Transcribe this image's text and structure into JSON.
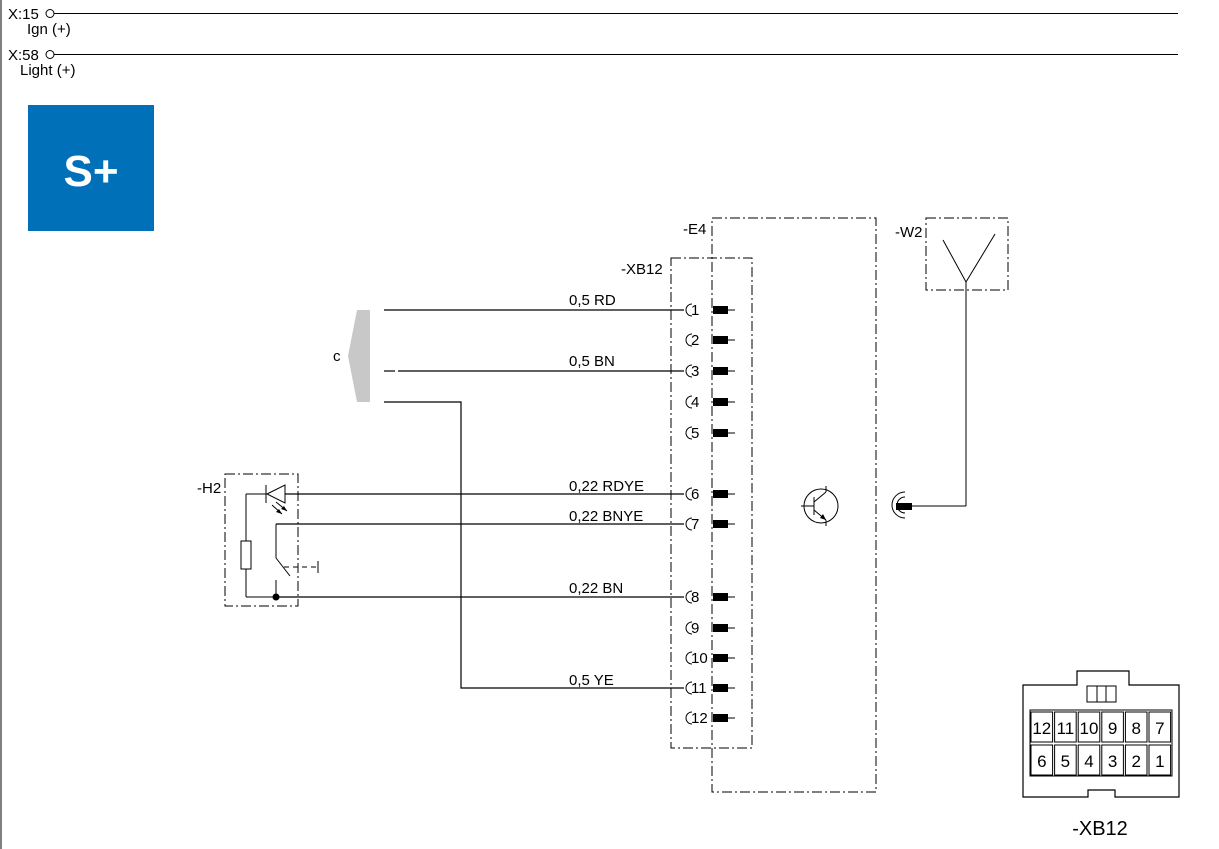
{
  "rails": [
    {
      "id": "X:15",
      "label": "Ign (+)"
    },
    {
      "id": "X:58",
      "label": "Light (+)"
    }
  ],
  "badge": {
    "text": "S+",
    "color": "#0070b8"
  },
  "components": {
    "e4": "-E4",
    "xb12": "-XB12",
    "w2": "-W2",
    "h2": "-H2",
    "c": "c"
  },
  "pins": [
    "1",
    "2",
    "3",
    "4",
    "5",
    "6",
    "7",
    "8",
    "9",
    "10",
    "11",
    "12"
  ],
  "wires": [
    {
      "pin": "1",
      "label": "0,5 RD"
    },
    {
      "pin": "3",
      "label": "0,5 BN"
    },
    {
      "pin": "6",
      "label": "0,22 RDYE"
    },
    {
      "pin": "7",
      "label": "0,22 BNYE"
    },
    {
      "pin": "8",
      "label": "0,22 BN"
    },
    {
      "pin": "11",
      "label": "0,5 YE"
    }
  ],
  "connector_view": {
    "label": "-XB12",
    "top_row": [
      "12",
      "11",
      "10",
      "9",
      "8",
      "7"
    ],
    "bottom_row": [
      "6",
      "5",
      "4",
      "3",
      "2",
      "1"
    ]
  }
}
